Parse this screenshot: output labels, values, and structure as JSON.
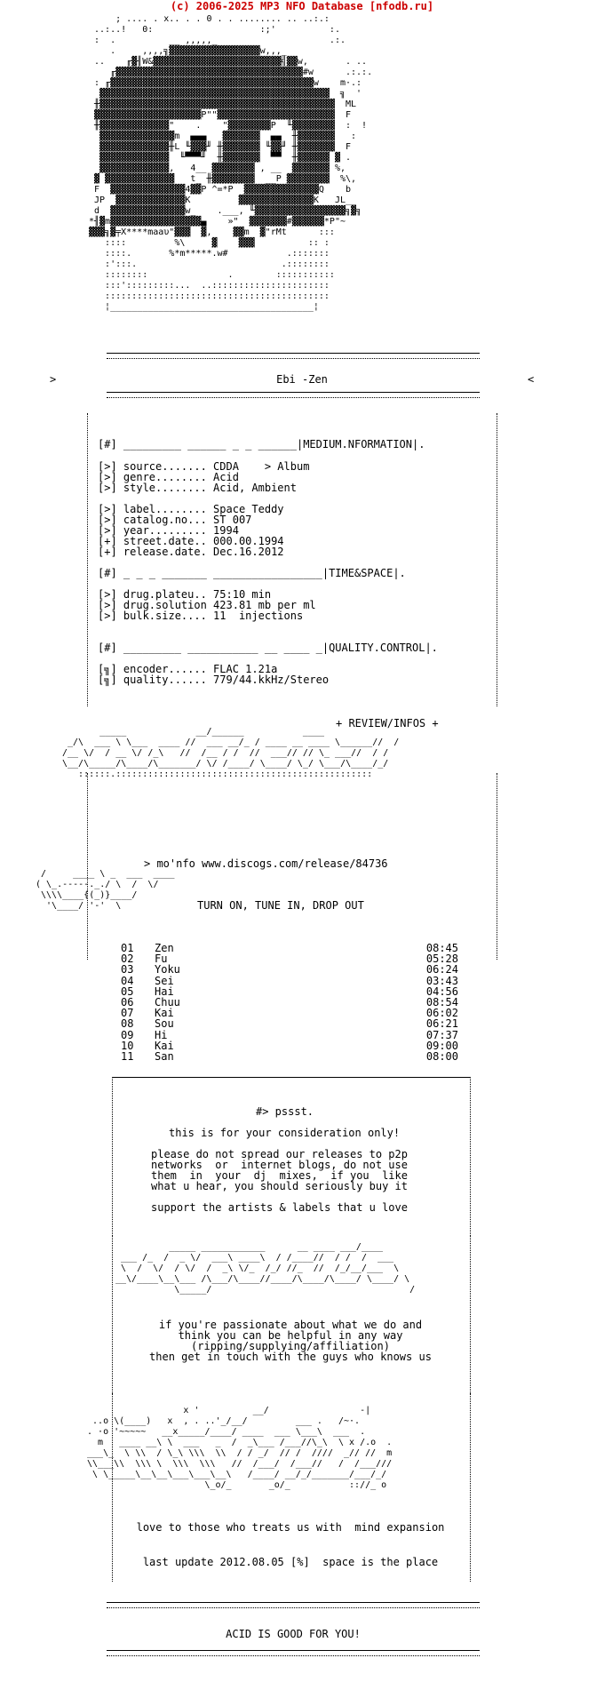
{
  "header": "(c) 2006-2025 MP3 NFO Database [nfodb.ru]",
  "release_title": "Ebi -Zen",
  "arrow_left": ">",
  "arrow_right": "<",
  "info": {
    "medium_heading": "[#] _________ ______ _ _ ______|MEDIUM.NFORMATION|.",
    "source": "[>] source....... CDDA    > Album",
    "genre": "[>] genre........ Acid",
    "style": "[>] style........ Acid, Ambient",
    "label": "[>] label........ Space Teddy",
    "catalog": "[>] catalog.no... ST 007",
    "year": "[>] year......... 1994",
    "street_date": "[+] street.date.. 000.00.1994",
    "release_date": "[+] release.date. Dec.16.2012",
    "time_heading": "[#] _ _ _ _______ _________________|TIME&SPACE|.",
    "plateau": "[>] drug.plateu.. 75:10 min",
    "solution": "[>] drug.solution 423.81 mb per ml",
    "bulk": "[>] bulk.size.... 11  injections",
    "quality_heading": "[#] _________ ___________ __ ____ _|QUALITY.CONTROL|.",
    "encoder": "[╗] encoder...... FLAC 1.21a",
    "quality": "[╗] quality...... 779/44.kkHz/Stereo"
  },
  "review_heading": "+ REVIEW/INFOS +",
  "discogs": "> mo'nfo www.discogs.com/release/84736",
  "tagline": "TURN ON, TUNE IN, DROP OUT",
  "tracks": [
    {
      "no": "01",
      "title": "Zen",
      "time": "08:45"
    },
    {
      "no": "02",
      "title": "Fu",
      "time": "05:28"
    },
    {
      "no": "03",
      "title": "Yoku",
      "time": "06:24"
    },
    {
      "no": "04",
      "title": "Sei",
      "time": "03:43"
    },
    {
      "no": "05",
      "title": "Hai",
      "time": "04:56"
    },
    {
      "no": "06",
      "title": "Chuu",
      "time": "08:54"
    },
    {
      "no": "07",
      "title": "Kai",
      "time": "06:02"
    },
    {
      "no": "08",
      "title": "Sou",
      "time": "06:21"
    },
    {
      "no": "09",
      "title": "Hi",
      "time": "07:37"
    },
    {
      "no": "10",
      "title": "Kai",
      "time": "09:00"
    },
    {
      "no": "11",
      "title": "San",
      "time": "08:00"
    }
  ],
  "notice": {
    "pssst": "#> pssst.",
    "consider": "this is for your consideration only!",
    "p1": "please do not spread our releases to p2p",
    "p2": "networks  or  internet blogs, do not use",
    "p3": "them  in  your  dj  mixes,  if you  like",
    "p4": "what u hear, you should seriously buy it",
    "support": "support the artists & labels that u love"
  },
  "passion": {
    "l1": "if you're passionate about what we do and",
    "l2": "think you can be helpful in any way",
    "l3": "(ripping/supplying/affiliation)",
    "l4": "then get in touch with the guys who knows us"
  },
  "love": "love to those who treats us with  mind expansion",
  "update": "last update 2012.08.05 [%]  space is the place",
  "footer": "ACID IS GOOD FOR YOU!"
}
